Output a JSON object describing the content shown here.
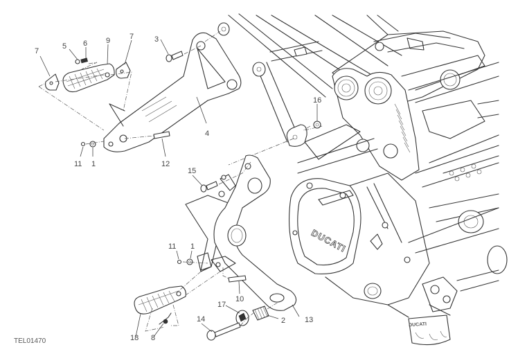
{
  "diagram": {
    "reference_code": "TEL01470",
    "engine_logo": "DUCATI",
    "oil_filter_logo": "DUCATI",
    "callouts": [
      {
        "id": "c7a",
        "label": "7"
      },
      {
        "id": "c5",
        "label": "5"
      },
      {
        "id": "c6",
        "label": "6"
      },
      {
        "id": "c9",
        "label": "9"
      },
      {
        "id": "c7b",
        "label": "7"
      },
      {
        "id": "c3",
        "label": "3"
      },
      {
        "id": "c4",
        "label": "4"
      },
      {
        "id": "c16",
        "label": "16"
      },
      {
        "id": "c11a",
        "label": "11"
      },
      {
        "id": "c1a",
        "label": "1"
      },
      {
        "id": "c12",
        "label": "12"
      },
      {
        "id": "c15",
        "label": "15"
      },
      {
        "id": "c11b",
        "label": "11"
      },
      {
        "id": "c1b",
        "label": "1"
      },
      {
        "id": "c10",
        "label": "10"
      },
      {
        "id": "c13",
        "label": "13"
      },
      {
        "id": "c17",
        "label": "17"
      },
      {
        "id": "c2",
        "label": "2"
      },
      {
        "id": "c14",
        "label": "14"
      },
      {
        "id": "c18",
        "label": "18"
      },
      {
        "id": "c8",
        "label": "8"
      }
    ]
  }
}
